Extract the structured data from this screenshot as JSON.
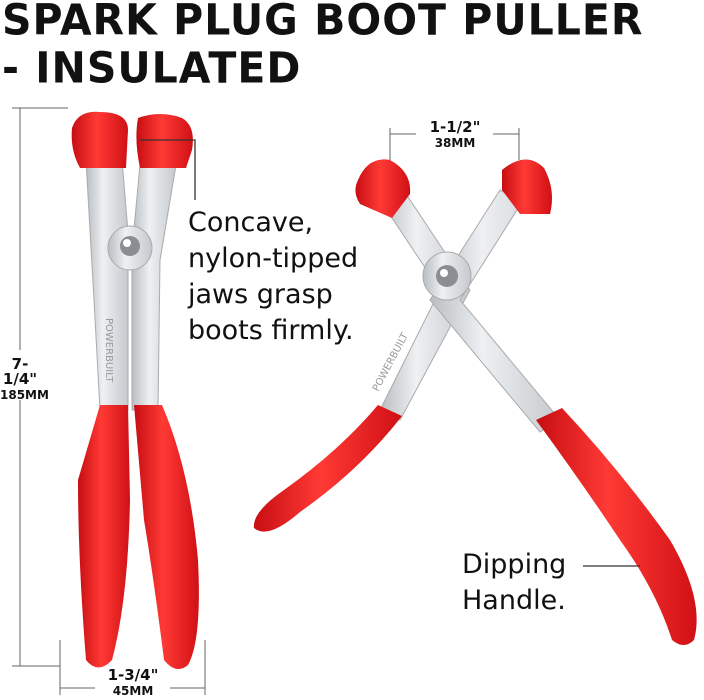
{
  "title": {
    "line1": "SPARK PLUG BOOT PULLER",
    "line2": "- INSULATED"
  },
  "brand": "POWERBUILT",
  "dimensions": {
    "length": {
      "imperial": "7-1/4\"",
      "metric": "185MM"
    },
    "jaw_opening": {
      "imperial": "1-1/2\"",
      "metric": "38MM"
    },
    "handle_width": {
      "imperial": "1-3/4\"",
      "metric": "45MM"
    }
  },
  "callouts": {
    "jaws": [
      "Concave,",
      "nylon-tipped",
      "jaws grasp",
      "boots firmly."
    ],
    "handle": [
      "Dipping",
      "Handle."
    ]
  },
  "colors": {
    "red": "#e8161b",
    "steel": "#d9dcdf",
    "text": "#111111"
  }
}
